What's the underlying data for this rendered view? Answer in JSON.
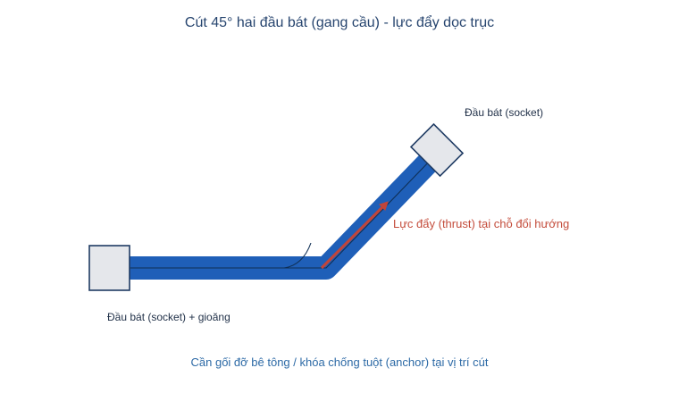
{
  "diagram": {
    "title": "Cút 45° hai đầu bát (gang cầu) - lực đẩy dọc trục",
    "labels": {
      "socket_top": "Đầu bát (socket)",
      "socket_left": "Đầu bát (socket) + gioăng",
      "thrust": "Lực đẩy (thrust) tại chỗ đổi hướng",
      "anchor_note": "Cần gối đỡ bê tông / khóa chống tuột (anchor) tại vị trí cút"
    },
    "bend_angle_deg": 45,
    "colors": {
      "pipe": "#1f5fb8",
      "pipe_centerline": "#0f2f55",
      "socket_fill": "#e5e7eb",
      "socket_stroke": "#1f3b63",
      "arrow": "#c0453a",
      "title_text": "#27456f",
      "thrust_text": "#c44d3c",
      "note_text": "#2d6aa6",
      "label_text": "#1f2f47"
    }
  }
}
